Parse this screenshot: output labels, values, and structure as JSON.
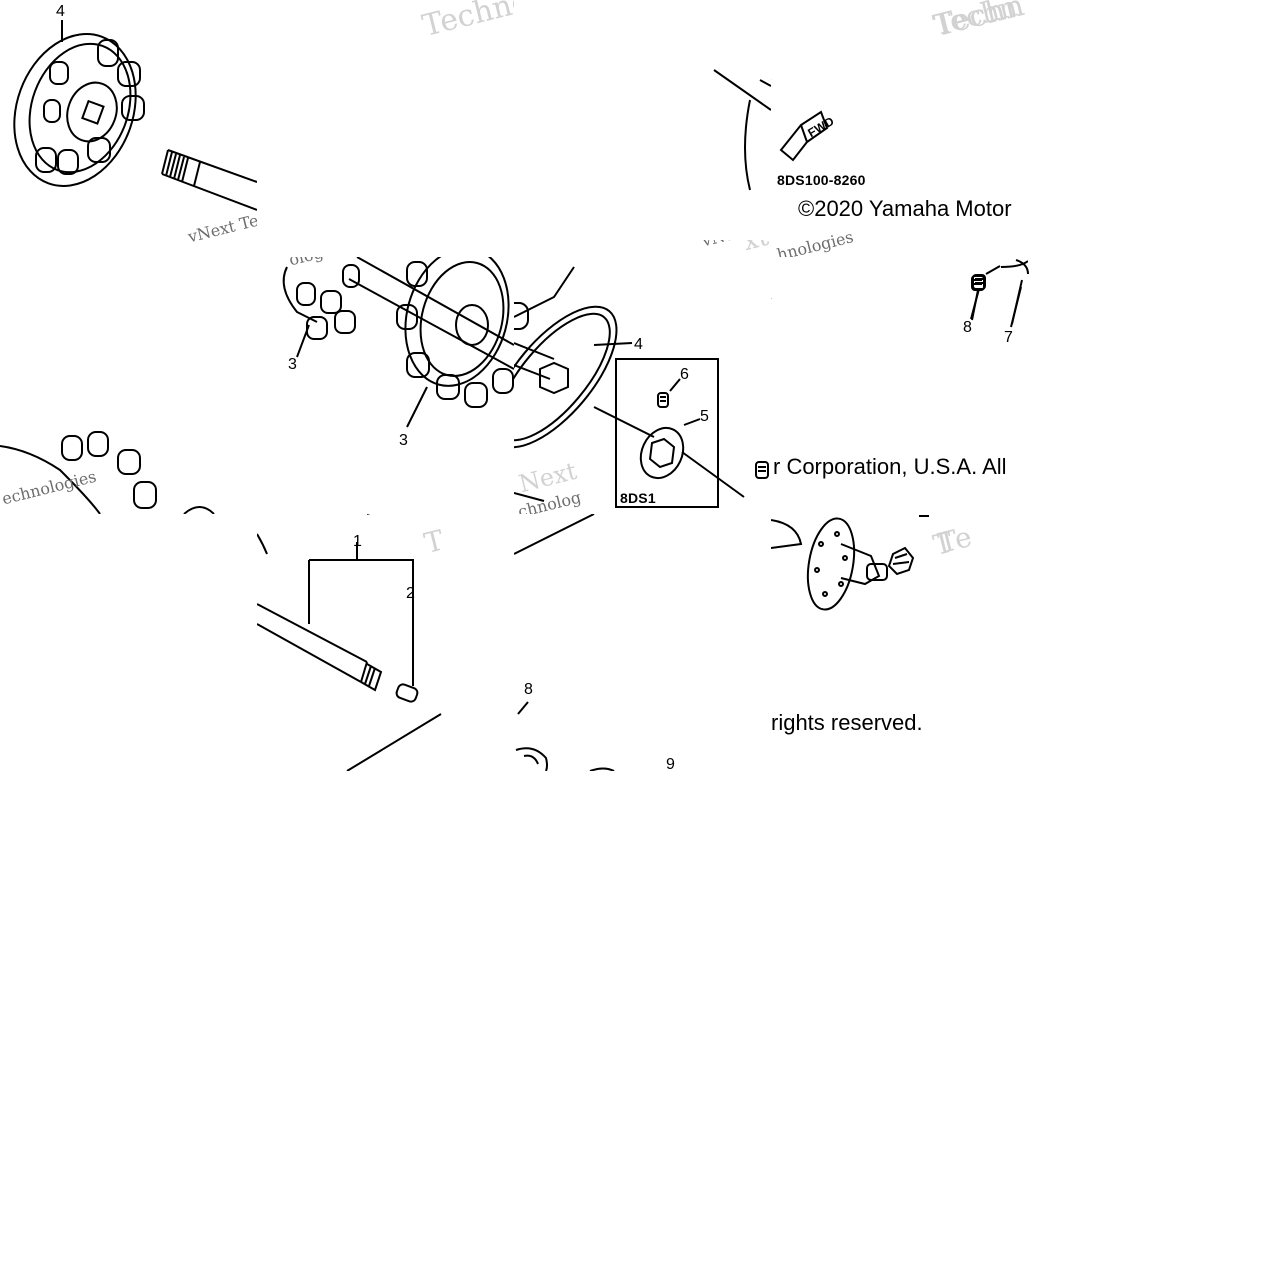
{
  "callouts": {
    "n1": "1",
    "n2": "2",
    "n3a": "3",
    "n3b": "3",
    "n4a": "4",
    "n4b": "4",
    "n5": "5",
    "n6": "6",
    "n7": "7",
    "n8a": "8",
    "n8b": "8",
    "n9": "9"
  },
  "inset_label": "8DS1",
  "diagram_code": "8DS100-8260",
  "fwd_label": "FWD",
  "copyright": {
    "line1": "©2020 Yamaha Motor",
    "line2": "r Corporation, U.S.A. All",
    "line3": "rights reserved."
  },
  "watermark": {
    "techno": "Techno",
    "techn": "Techn",
    "te": "Te",
    "t": "T",
    "vnext_tec": "vNext Tec",
    "vnext_tech": "vNext Tec",
    "nologies": "hnologies",
    "ologies": "ologies",
    "echnologies": "echnologies",
    "chnolo": "chnolog",
    "next": "Next",
    "xt": "xt"
  }
}
